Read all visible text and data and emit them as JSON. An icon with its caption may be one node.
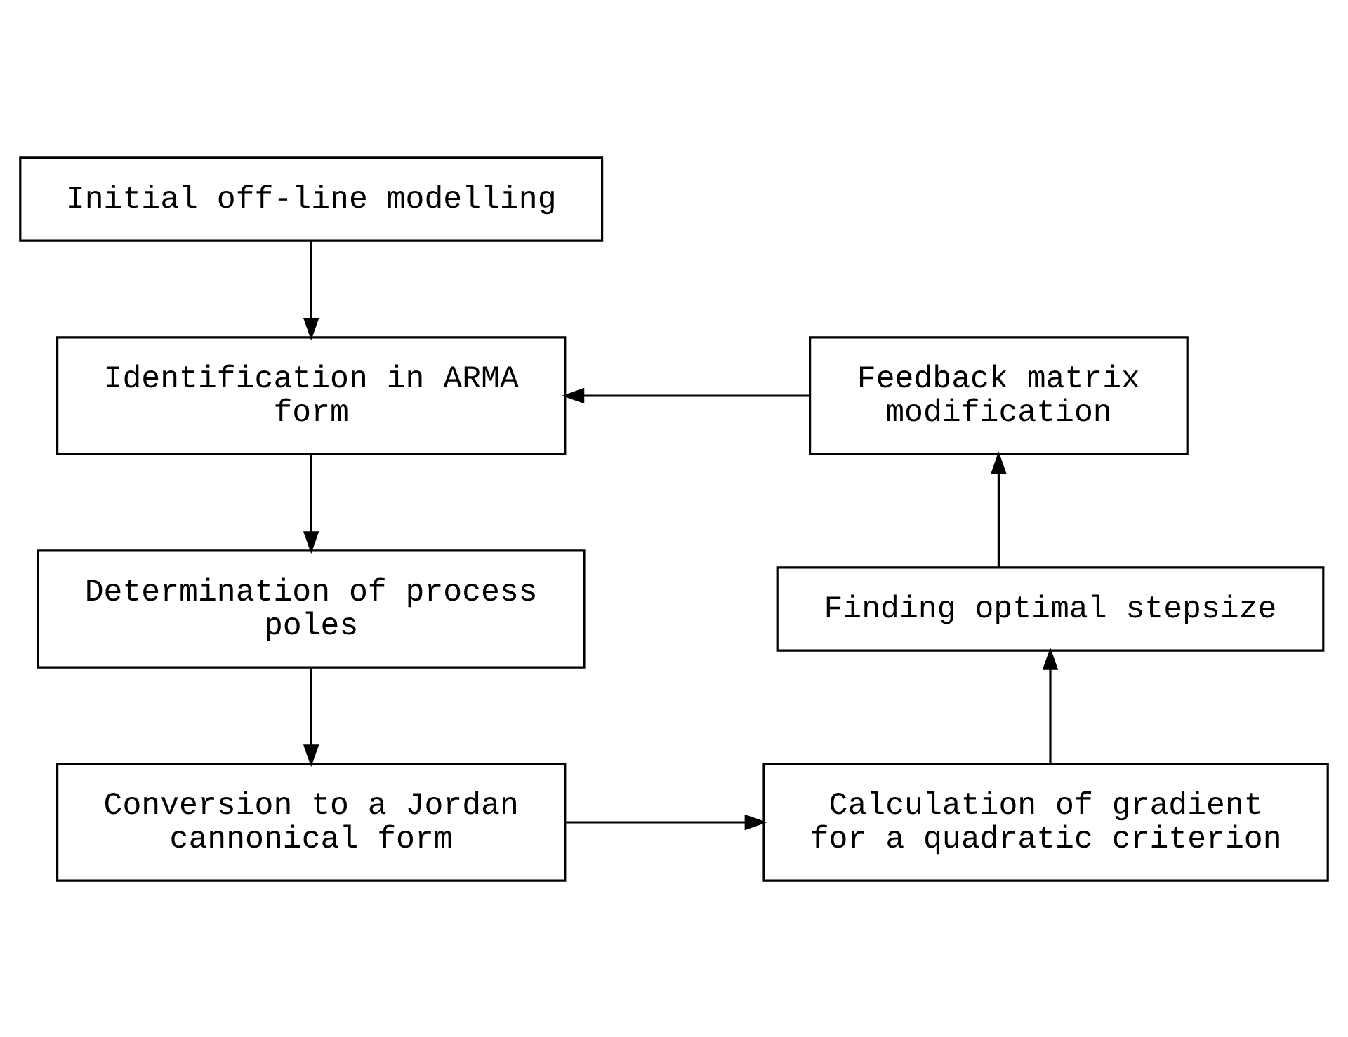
{
  "diagram": {
    "nodes": [
      {
        "text": [
          "Initial off-line modelling"
        ]
      },
      {
        "text": [
          "Identification in ARMA form"
        ]
      },
      {
        "text": [
          "Determination of process poles"
        ]
      },
      {
        "text": [
          "Conversion to a Jordan cannonical form"
        ]
      },
      {
        "text": [
          "Calculation of gradient for a quadratic criterion"
        ]
      },
      {
        "text": [
          "Finding optimal stepsize"
        ]
      },
      {
        "text": [
          "Feedback matrix modification"
        ]
      }
    ],
    "edges": [
      {
        "from": 0,
        "to": 1,
        "arrow": "to"
      },
      {
        "from": 1,
        "to": 2,
        "arrow": "to"
      },
      {
        "from": 2,
        "to": 3,
        "arrow": "to"
      },
      {
        "from": 3,
        "to": 4,
        "arrow": "to"
      },
      {
        "from": 4,
        "to": 5,
        "arrow": "to"
      },
      {
        "from": 5,
        "to": 6,
        "arrow": "to"
      },
      {
        "from": 6,
        "to": 1,
        "arrow": "to"
      }
    ]
  }
}
